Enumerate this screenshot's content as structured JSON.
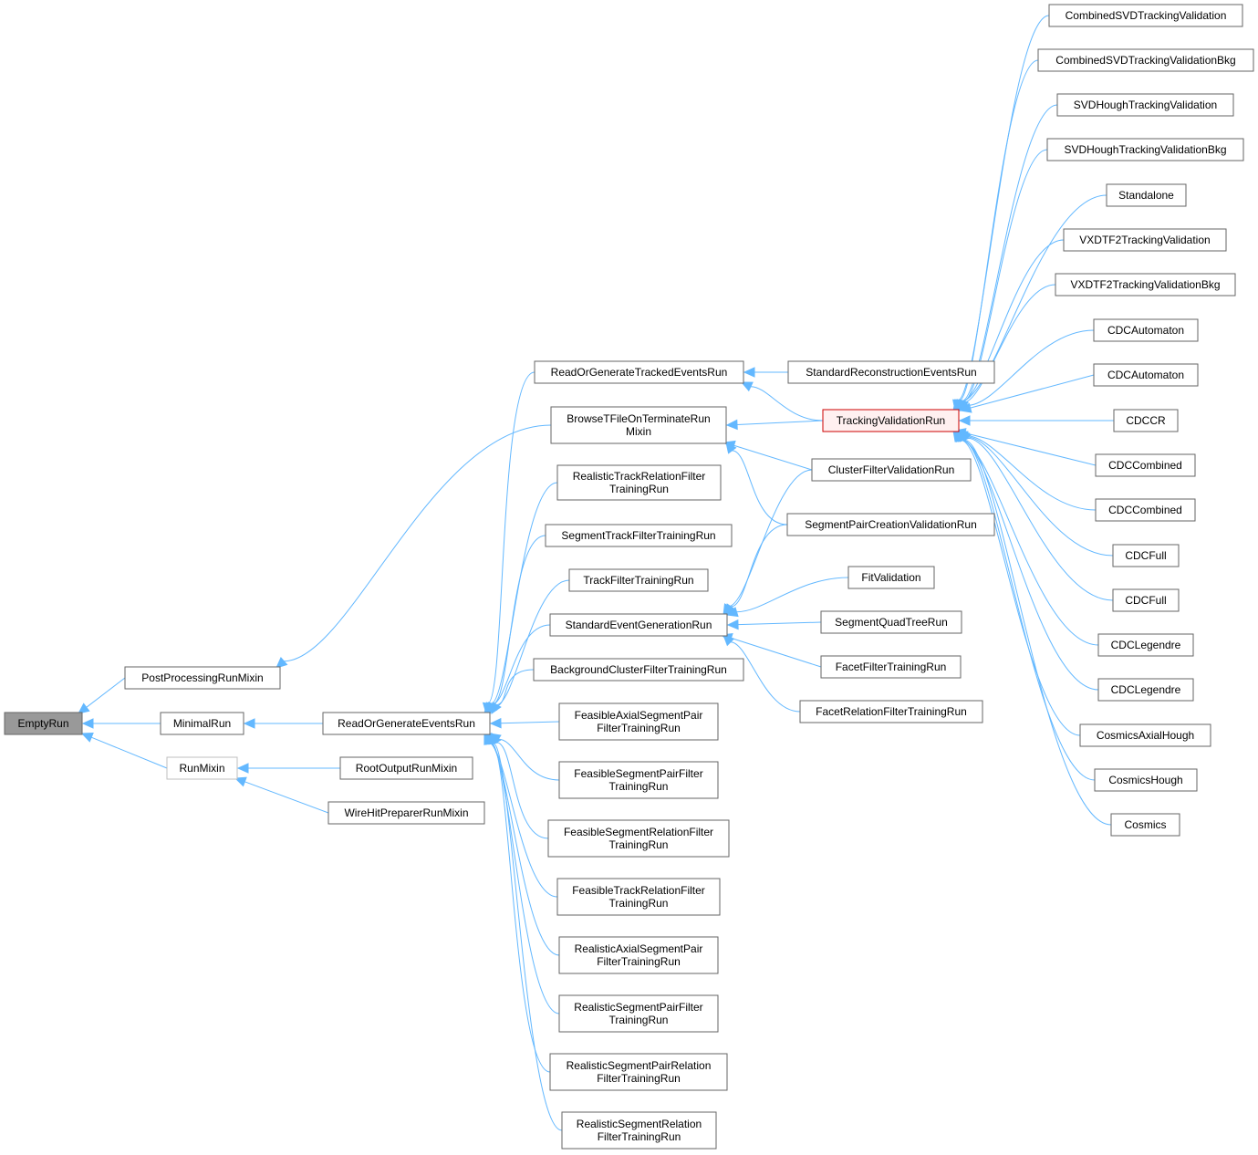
{
  "diagram": {
    "type": "class-inheritance-graph",
    "colors": {
      "edge": "#63b8ff",
      "root_fill": "#999999",
      "highlight_fill": "#fff0f0",
      "highlight_border": "#cc0000",
      "node_border": "#666666",
      "grey_border": "#bfbfbf"
    },
    "nodes": [
      {
        "id": "EmptyRun",
        "lines": [
          "EmptyRun"
        ],
        "style": "root"
      },
      {
        "id": "PostProcessingRunMixin",
        "lines": [
          "PostProcessingRunMixin"
        ]
      },
      {
        "id": "MinimalRun",
        "lines": [
          "MinimalRun"
        ]
      },
      {
        "id": "RunMixin",
        "lines": [
          "RunMixin"
        ],
        "style": "grey"
      },
      {
        "id": "ReadOrGenerateEventsRun",
        "lines": [
          "ReadOrGenerateEventsRun"
        ]
      },
      {
        "id": "RootOutputRunMixin",
        "lines": [
          "RootOutputRunMixin"
        ]
      },
      {
        "id": "WireHitPreparerRunMixin",
        "lines": [
          "WireHitPreparerRunMixin"
        ]
      },
      {
        "id": "ReadOrGenerateTrackedEventsRun",
        "lines": [
          "ReadOrGenerateTrackedEventsRun"
        ]
      },
      {
        "id": "BrowseTFileOnTerminateRunMixin",
        "lines": [
          "BrowseTFileOnTerminateRun",
          "Mixin"
        ]
      },
      {
        "id": "RealisticTrackRelationFilterTrainingRun",
        "lines": [
          "RealisticTrackRelationFilter",
          "TrainingRun"
        ]
      },
      {
        "id": "SegmentTrackFilterTrainingRun",
        "lines": [
          "SegmentTrackFilterTrainingRun"
        ]
      },
      {
        "id": "TrackFilterTrainingRun",
        "lines": [
          "TrackFilterTrainingRun"
        ]
      },
      {
        "id": "StandardEventGenerationRun",
        "lines": [
          "StandardEventGenerationRun"
        ]
      },
      {
        "id": "BackgroundClusterFilterTrainingRun",
        "lines": [
          "BackgroundClusterFilterTrainingRun"
        ]
      },
      {
        "id": "FeasibleAxialSegmentPairFilterTrainingRun",
        "lines": [
          "FeasibleAxialSegmentPair",
          "FilterTrainingRun"
        ]
      },
      {
        "id": "FeasibleSegmentPairFilterTrainingRun",
        "lines": [
          "FeasibleSegmentPairFilter",
          "TrainingRun"
        ]
      },
      {
        "id": "FeasibleSegmentRelationFilterTrainingRun",
        "lines": [
          "FeasibleSegmentRelationFilter",
          "TrainingRun"
        ]
      },
      {
        "id": "FeasibleTrackRelationFilterTrainingRun",
        "lines": [
          "FeasibleTrackRelationFilter",
          "TrainingRun"
        ]
      },
      {
        "id": "RealisticAxialSegmentPairFilterTrainingRun",
        "lines": [
          "RealisticAxialSegmentPair",
          "FilterTrainingRun"
        ]
      },
      {
        "id": "RealisticSegmentPairFilterTrainingRun",
        "lines": [
          "RealisticSegmentPairFilter",
          "TrainingRun"
        ]
      },
      {
        "id": "RealisticSegmentPairRelationFilterTrainingRun",
        "lines": [
          "RealisticSegmentPairRelation",
          "FilterTrainingRun"
        ]
      },
      {
        "id": "RealisticSegmentRelationFilterTrainingRun",
        "lines": [
          "RealisticSegmentRelation",
          "FilterTrainingRun"
        ]
      },
      {
        "id": "StandardReconstructionEventsRun",
        "lines": [
          "StandardReconstructionEventsRun"
        ]
      },
      {
        "id": "TrackingValidationRun",
        "lines": [
          "TrackingValidationRun"
        ],
        "style": "highlight"
      },
      {
        "id": "ClusterFilterValidationRun",
        "lines": [
          "ClusterFilterValidationRun"
        ]
      },
      {
        "id": "SegmentPairCreationValidationRun",
        "lines": [
          "SegmentPairCreationValidationRun"
        ]
      },
      {
        "id": "FitValidation",
        "lines": [
          "FitValidation"
        ]
      },
      {
        "id": "SegmentQuadTreeRun",
        "lines": [
          "SegmentQuadTreeRun"
        ]
      },
      {
        "id": "FacetFilterTrainingRun",
        "lines": [
          "FacetFilterTrainingRun"
        ]
      },
      {
        "id": "FacetRelationFilterTrainingRun",
        "lines": [
          "FacetRelationFilterTrainingRun"
        ]
      },
      {
        "id": "CombinedSVDTrackingValidation",
        "lines": [
          "CombinedSVDTrackingValidation"
        ]
      },
      {
        "id": "CombinedSVDTrackingValidationBkg",
        "lines": [
          "CombinedSVDTrackingValidationBkg"
        ]
      },
      {
        "id": "SVDHoughTrackingValidation",
        "lines": [
          "SVDHoughTrackingValidation"
        ]
      },
      {
        "id": "SVDHoughTrackingValidationBkg",
        "lines": [
          "SVDHoughTrackingValidationBkg"
        ]
      },
      {
        "id": "Standalone",
        "lines": [
          "Standalone"
        ]
      },
      {
        "id": "VXDTF2TrackingValidation",
        "lines": [
          "VXDTF2TrackingValidation"
        ]
      },
      {
        "id": "VXDTF2TrackingValidationBkg",
        "lines": [
          "VXDTF2TrackingValidationBkg"
        ]
      },
      {
        "id": "CDCAutomaton1",
        "lines": [
          "CDCAutomaton"
        ]
      },
      {
        "id": "CDCAutomaton2",
        "lines": [
          "CDCAutomaton"
        ]
      },
      {
        "id": "CDCCR",
        "lines": [
          "CDCCR"
        ]
      },
      {
        "id": "CDCCombined1",
        "lines": [
          "CDCCombined"
        ]
      },
      {
        "id": "CDCCombined2",
        "lines": [
          "CDCCombined"
        ]
      },
      {
        "id": "CDCFull1",
        "lines": [
          "CDCFull"
        ]
      },
      {
        "id": "CDCFull2",
        "lines": [
          "CDCFull"
        ]
      },
      {
        "id": "CDCLegendre1",
        "lines": [
          "CDCLegendre"
        ]
      },
      {
        "id": "CDCLegendre2",
        "lines": [
          "CDCLegendre"
        ]
      },
      {
        "id": "CosmicsAxialHough",
        "lines": [
          "CosmicsAxialHough"
        ]
      },
      {
        "id": "CosmicsHough",
        "lines": [
          "CosmicsHough"
        ]
      },
      {
        "id": "Cosmics",
        "lines": [
          "Cosmics"
        ]
      }
    ],
    "edges": [
      [
        "PostProcessingRunMixin",
        "EmptyRun"
      ],
      [
        "MinimalRun",
        "EmptyRun"
      ],
      [
        "RunMixin",
        "EmptyRun"
      ],
      [
        "ReadOrGenerateEventsRun",
        "MinimalRun"
      ],
      [
        "RootOutputRunMixin",
        "RunMixin"
      ],
      [
        "WireHitPreparerRunMixin",
        "RunMixin"
      ],
      [
        "BrowseTFileOnTerminateRunMixin",
        "PostProcessingRunMixin"
      ],
      [
        "ReadOrGenerateTrackedEventsRun",
        "ReadOrGenerateEventsRun"
      ],
      [
        "RealisticTrackRelationFilterTrainingRun",
        "ReadOrGenerateEventsRun"
      ],
      [
        "SegmentTrackFilterTrainingRun",
        "ReadOrGenerateEventsRun"
      ],
      [
        "TrackFilterTrainingRun",
        "ReadOrGenerateEventsRun"
      ],
      [
        "StandardEventGenerationRun",
        "ReadOrGenerateEventsRun"
      ],
      [
        "BackgroundClusterFilterTrainingRun",
        "ReadOrGenerateEventsRun"
      ],
      [
        "FeasibleAxialSegmentPairFilterTrainingRun",
        "ReadOrGenerateEventsRun"
      ],
      [
        "FeasibleSegmentPairFilterTrainingRun",
        "ReadOrGenerateEventsRun"
      ],
      [
        "FeasibleSegmentRelationFilterTrainingRun",
        "ReadOrGenerateEventsRun"
      ],
      [
        "FeasibleTrackRelationFilterTrainingRun",
        "ReadOrGenerateEventsRun"
      ],
      [
        "RealisticAxialSegmentPairFilterTrainingRun",
        "ReadOrGenerateEventsRun"
      ],
      [
        "RealisticSegmentPairFilterTrainingRun",
        "ReadOrGenerateEventsRun"
      ],
      [
        "RealisticSegmentPairRelationFilterTrainingRun",
        "ReadOrGenerateEventsRun"
      ],
      [
        "RealisticSegmentRelationFilterTrainingRun",
        "ReadOrGenerateEventsRun"
      ],
      [
        "StandardReconstructionEventsRun",
        "ReadOrGenerateTrackedEventsRun"
      ],
      [
        "TrackingValidationRun",
        "ReadOrGenerateTrackedEventsRun"
      ],
      [
        "TrackingValidationRun",
        "BrowseTFileOnTerminateRunMixin"
      ],
      [
        "ClusterFilterValidationRun",
        "BrowseTFileOnTerminateRunMixin"
      ],
      [
        "SegmentPairCreationValidationRun",
        "BrowseTFileOnTerminateRunMixin"
      ],
      [
        "ClusterFilterValidationRun",
        "StandardEventGenerationRun"
      ],
      [
        "SegmentPairCreationValidationRun",
        "StandardEventGenerationRun"
      ],
      [
        "FitValidation",
        "StandardEventGenerationRun"
      ],
      [
        "SegmentQuadTreeRun",
        "StandardEventGenerationRun"
      ],
      [
        "FacetFilterTrainingRun",
        "StandardEventGenerationRun"
      ],
      [
        "FacetRelationFilterTrainingRun",
        "StandardEventGenerationRun"
      ],
      [
        "CombinedSVDTrackingValidation",
        "TrackingValidationRun"
      ],
      [
        "CombinedSVDTrackingValidationBkg",
        "TrackingValidationRun"
      ],
      [
        "SVDHoughTrackingValidation",
        "TrackingValidationRun"
      ],
      [
        "SVDHoughTrackingValidationBkg",
        "TrackingValidationRun"
      ],
      [
        "Standalone",
        "TrackingValidationRun"
      ],
      [
        "VXDTF2TrackingValidation",
        "TrackingValidationRun"
      ],
      [
        "VXDTF2TrackingValidationBkg",
        "TrackingValidationRun"
      ],
      [
        "CDCAutomaton1",
        "TrackingValidationRun"
      ],
      [
        "CDCAutomaton2",
        "TrackingValidationRun"
      ],
      [
        "CDCCR",
        "TrackingValidationRun"
      ],
      [
        "CDCCombined1",
        "TrackingValidationRun"
      ],
      [
        "CDCCombined2",
        "TrackingValidationRun"
      ],
      [
        "CDCFull1",
        "TrackingValidationRun"
      ],
      [
        "CDCFull2",
        "TrackingValidationRun"
      ],
      [
        "CDCLegendre1",
        "TrackingValidationRun"
      ],
      [
        "CDCLegendre2",
        "TrackingValidationRun"
      ],
      [
        "CosmicsAxialHough",
        "TrackingValidationRun"
      ],
      [
        "CosmicsHough",
        "TrackingValidationRun"
      ],
      [
        "Cosmics",
        "TrackingValidationRun"
      ]
    ]
  }
}
